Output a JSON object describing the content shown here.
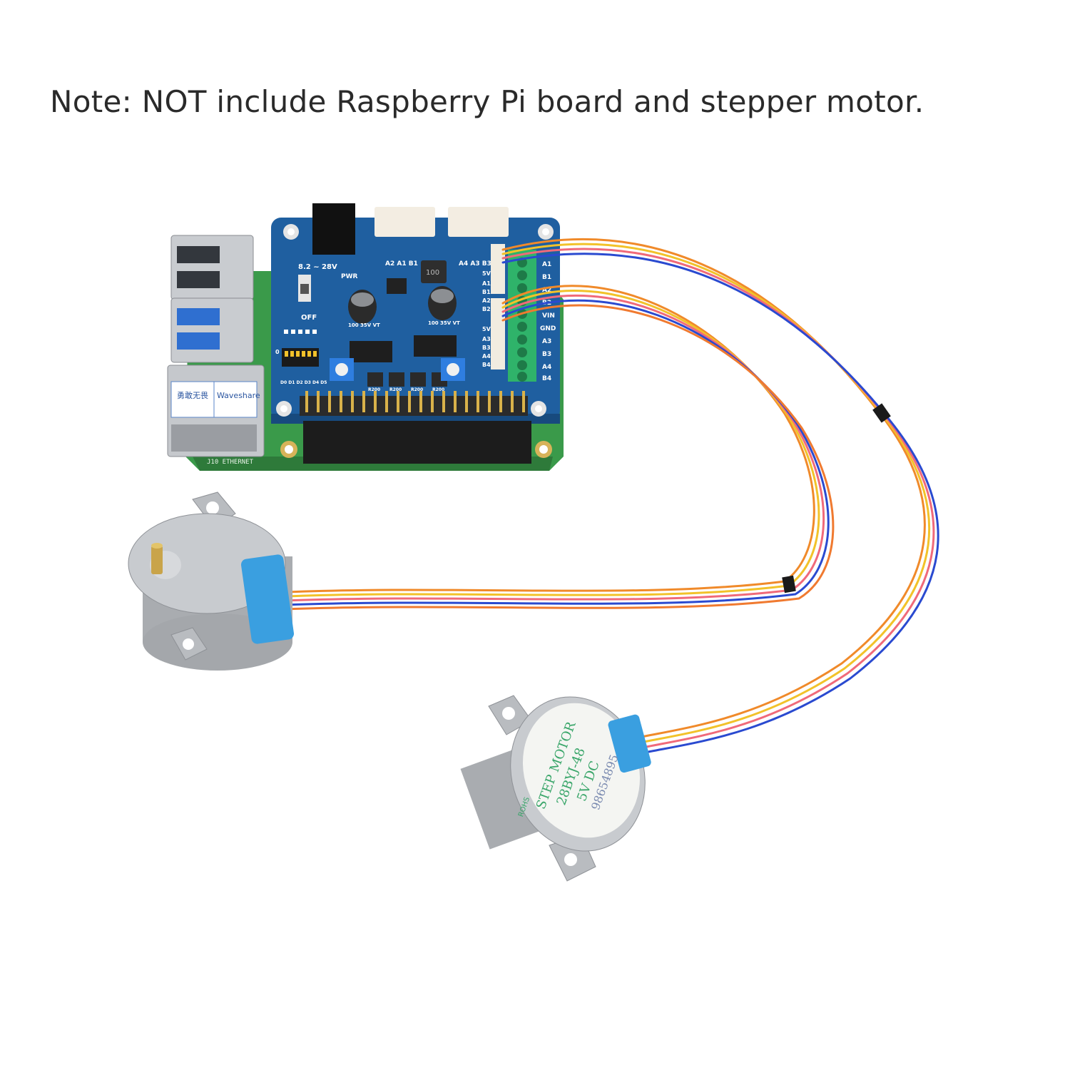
{
  "note": "Note: NOT include Raspberry Pi board and stepper motor.",
  "hat": {
    "voltage": "8.2 ~ 28V",
    "pwr": "PWR",
    "off": "OFF",
    "top_header_labels": "A2 A1 B1",
    "top_header_labels_2": "A4 A3 B3",
    "terminal_labels": [
      "A1",
      "B1",
      "A2",
      "B2",
      "VIN",
      "GND",
      "A3",
      "B3",
      "A4",
      "B4"
    ],
    "side_labels": [
      "5V",
      "A1",
      "B1",
      "A2",
      "B2",
      "5V",
      "A3",
      "B3",
      "A4",
      "B4"
    ],
    "dip_labels": "D0 D1 D2 D3 D4 D5",
    "dip_zero": "0",
    "cap_values": [
      "100 35V VT",
      "100 35V VT"
    ],
    "inductor": "100",
    "resistors": [
      "R200",
      "R200",
      "R200",
      "R200"
    ]
  },
  "pi": {
    "eth_label_1": "勇敢无畏",
    "eth_label_2": "Waveshare",
    "ethernet": "J10 ETHERNET"
  },
  "motor2": {
    "line1": "STEP MOTOR",
    "line2": "28BYJ-48",
    "line3": "5V DC",
    "line4": "98654895",
    "rohs": "ROHS"
  },
  "colors": {
    "hat_blue": "#1f5fa0",
    "pi_green": "#3a9a4a",
    "terminal_green": "#2fb36a",
    "motor_silver": "#b9bcc0",
    "connector_blue": "#3a9fe0",
    "wire_orange": "#f08a2a",
    "wire_yellow": "#f2c22a",
    "wire_pink": "#f06a7a",
    "wire_blue": "#2a4ad0"
  }
}
